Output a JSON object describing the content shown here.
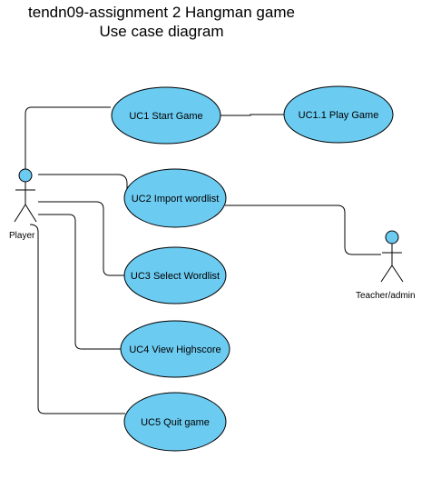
{
  "title": {
    "line1": "tendn09-assignment 2 Hangman game",
    "line2": "Use case diagram"
  },
  "actors": {
    "player": "Player",
    "teacher": "Teacher/admin"
  },
  "use_cases": {
    "uc1": "UC1 Start Game",
    "uc1_1": "UC1.1 Play Game",
    "uc2": "UC2 Import wordlist",
    "uc3": "UC3 Select Wordlist",
    "uc4": "UC4 View Highscore",
    "uc5": "UC5 Quit game"
  },
  "colors": {
    "usecase_fill": "#6ccbf1",
    "stroke": "#000000"
  }
}
